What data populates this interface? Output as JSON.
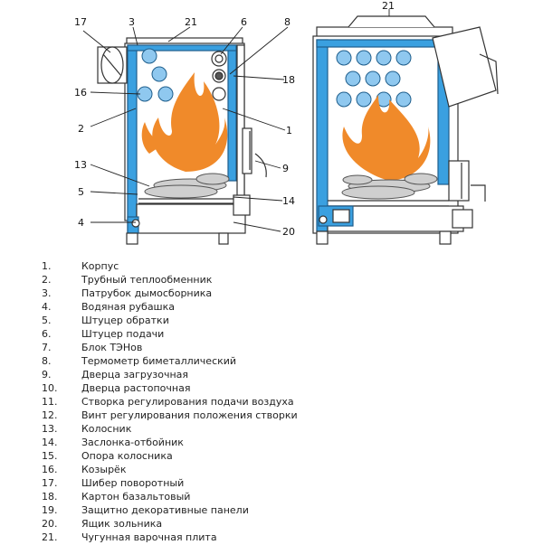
{
  "callouts": {
    "c17": "17",
    "c3": "3",
    "c21a": "21",
    "c6": "6",
    "c8": "8",
    "c18": "18",
    "c16": "16",
    "c2": "2",
    "c1": "1",
    "c13": "13",
    "c9": "9",
    "c5": "5",
    "c14": "14",
    "c4": "4",
    "c20": "20",
    "c21b": "21"
  },
  "legend": [
    {
      "num": "1.",
      "text": "Корпус"
    },
    {
      "num": "2.",
      "text": "Трубный теплообменник"
    },
    {
      "num": "3.",
      "text": "Патрубок дымосборника"
    },
    {
      "num": "4.",
      "text": "Водяная рубашка"
    },
    {
      "num": "5.",
      "text": "Штуцер обратки"
    },
    {
      "num": "6.",
      "text": "Штуцер подачи"
    },
    {
      "num": "7.",
      "text": "Блок ТЭНов"
    },
    {
      "num": "8.",
      "text": "Термометр биметаллический"
    },
    {
      "num": "9.",
      "text": "Дверца загрузочная"
    },
    {
      "num": "10.",
      "text": "Дверца растопочная"
    },
    {
      "num": "11.",
      "text": "Створка регулирования подачи воздуха"
    },
    {
      "num": "12.",
      "text": "Винт регулирования положения створки"
    },
    {
      "num": "13.",
      "text": "Колосник"
    },
    {
      "num": "14.",
      "text": "Заслонка-отбойник"
    },
    {
      "num": "15.",
      "text": "Опора колосника"
    },
    {
      "num": "16.",
      "text": "Козырёк"
    },
    {
      "num": "17.",
      "text": "Шибер поворотный"
    },
    {
      "num": "18.",
      "text": "Картон базальтовый"
    },
    {
      "num": "19.",
      "text": "Защитно декоративные панели"
    },
    {
      "num": "20.",
      "text": "Ящик зольника"
    },
    {
      "num": "21.",
      "text": "Чугунная варочная плита"
    }
  ],
  "colors": {
    "water_jacket": "#3aa0e0",
    "tube": "#8fc8ef",
    "flame": "#f08a2a",
    "outline": "#333333"
  }
}
